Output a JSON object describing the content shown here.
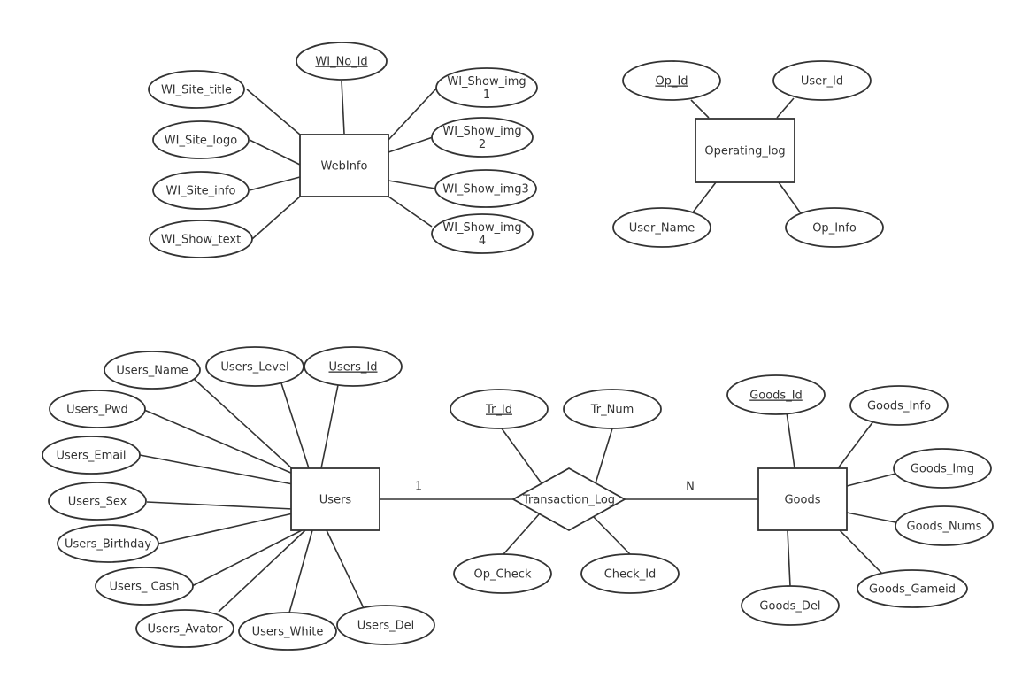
{
  "entities": [
    {
      "id": "webinfo",
      "label": "WebInfo"
    },
    {
      "id": "oplog",
      "label": "Operating_log"
    },
    {
      "id": "users",
      "label": "Users"
    },
    {
      "id": "goods",
      "label": "Goods"
    }
  ],
  "relationships": [
    {
      "id": "trlog",
      "label": "Transaction_Log"
    }
  ],
  "cardinalities": [
    {
      "id": "users-trlog",
      "label": "1"
    },
    {
      "id": "trlog-goods",
      "label": "N"
    }
  ],
  "attributes": [
    {
      "id": "wi_no_id",
      "of": "webinfo",
      "lines": [
        "WI_No_id"
      ],
      "key": true
    },
    {
      "id": "wi_site_title",
      "of": "webinfo",
      "lines": [
        "WI_Site_title"
      ]
    },
    {
      "id": "wi_site_logo",
      "of": "webinfo",
      "lines": [
        "WI_Site_logo"
      ]
    },
    {
      "id": "wi_site_info",
      "of": "webinfo",
      "lines": [
        "WI_Site_info"
      ]
    },
    {
      "id": "wi_show_text",
      "of": "webinfo",
      "lines": [
        "WI_Show_text"
      ]
    },
    {
      "id": "wi_show_img1",
      "of": "webinfo",
      "lines": [
        "WI_Show_img",
        "1"
      ]
    },
    {
      "id": "wi_show_img2",
      "of": "webinfo",
      "lines": [
        "WI_Show_img",
        "2"
      ]
    },
    {
      "id": "wi_show_img3",
      "of": "webinfo",
      "lines": [
        "WI_Show_img3"
      ]
    },
    {
      "id": "wi_show_img4",
      "of": "webinfo",
      "lines": [
        "WI_Show_img",
        "4"
      ]
    },
    {
      "id": "op_id",
      "of": "oplog",
      "lines": [
        "Op_Id"
      ],
      "key": true
    },
    {
      "id": "user_id",
      "of": "oplog",
      "lines": [
        "User_Id"
      ]
    },
    {
      "id": "user_name",
      "of": "oplog",
      "lines": [
        "User_Name"
      ]
    },
    {
      "id": "op_info",
      "of": "oplog",
      "lines": [
        "Op_Info"
      ]
    },
    {
      "id": "users_name",
      "of": "users",
      "lines": [
        "Users_Name"
      ]
    },
    {
      "id": "users_level",
      "of": "users",
      "lines": [
        "Users_Level"
      ]
    },
    {
      "id": "users_id",
      "of": "users",
      "lines": [
        "Users_Id"
      ],
      "key": true
    },
    {
      "id": "users_pwd",
      "of": "users",
      "lines": [
        "Users_Pwd"
      ]
    },
    {
      "id": "users_email",
      "of": "users",
      "lines": [
        "Users_Email"
      ]
    },
    {
      "id": "users_sex",
      "of": "users",
      "lines": [
        "Users_Sex"
      ]
    },
    {
      "id": "users_birthday",
      "of": "users",
      "lines": [
        "Users_Birthday"
      ]
    },
    {
      "id": "users_cash",
      "of": "users",
      "lines": [
        "Users_ Cash"
      ]
    },
    {
      "id": "users_avator",
      "of": "users",
      "lines": [
        "Users_Avator"
      ]
    },
    {
      "id": "users_white",
      "of": "users",
      "lines": [
        "Users_White"
      ]
    },
    {
      "id": "users_del",
      "of": "users",
      "lines": [
        "Users_Del"
      ]
    },
    {
      "id": "tr_id",
      "of": "trlog",
      "lines": [
        "Tr_Id"
      ],
      "key": true
    },
    {
      "id": "tr_num",
      "of": "trlog",
      "lines": [
        "Tr_Num"
      ]
    },
    {
      "id": "op_check",
      "of": "trlog",
      "lines": [
        "Op_Check"
      ]
    },
    {
      "id": "check_id",
      "of": "trlog",
      "lines": [
        "Check_Id"
      ]
    },
    {
      "id": "goods_id",
      "of": "goods",
      "lines": [
        "Goods_Id"
      ],
      "key": true
    },
    {
      "id": "goods_info",
      "of": "goods",
      "lines": [
        "Goods_Info"
      ]
    },
    {
      "id": "goods_img",
      "of": "goods",
      "lines": [
        "Goods_Img"
      ]
    },
    {
      "id": "goods_nums",
      "of": "goods",
      "lines": [
        "Goods_Nums"
      ]
    },
    {
      "id": "goods_gameid",
      "of": "goods",
      "lines": [
        "Goods_Gameid"
      ]
    },
    {
      "id": "goods_del",
      "of": "goods",
      "lines": [
        "Goods_Del"
      ]
    }
  ]
}
